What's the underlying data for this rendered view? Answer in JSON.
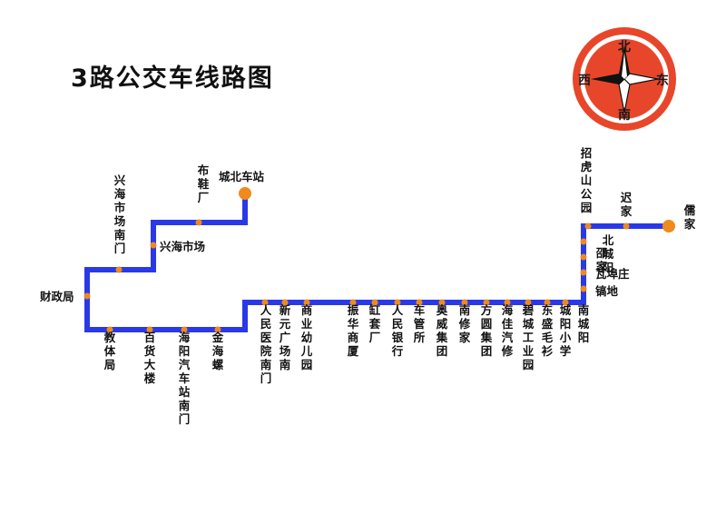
{
  "title": "3路公交车线路图",
  "compass": {
    "n": "北",
    "s": "南",
    "e": "东",
    "w": "西"
  },
  "colors": {
    "route": "#2a39e8",
    "stop": "#f08a1c",
    "compass_ring": "#e8462a"
  },
  "stops": [
    "城北车站",
    "布鞋厂",
    "兴海市场",
    "兴海市场南门",
    "财政局",
    "教体局",
    "百货大楼",
    "海阳汽车站南门",
    "金海螺",
    "人民医院南门",
    "新元广场南",
    "商业幼儿园",
    "振华商厦",
    "缸套厂",
    "人民银行",
    "车管所",
    "奥威集团",
    "南修家",
    "方圆集团",
    "海佳汽修",
    "碧城工业园",
    "东盛毛衫",
    "城阳小学",
    "南城阳",
    "瓦埠庄",
    "镐地",
    "北城阳",
    "邵家",
    "招虎山公园",
    "迟家",
    "儒家"
  ]
}
